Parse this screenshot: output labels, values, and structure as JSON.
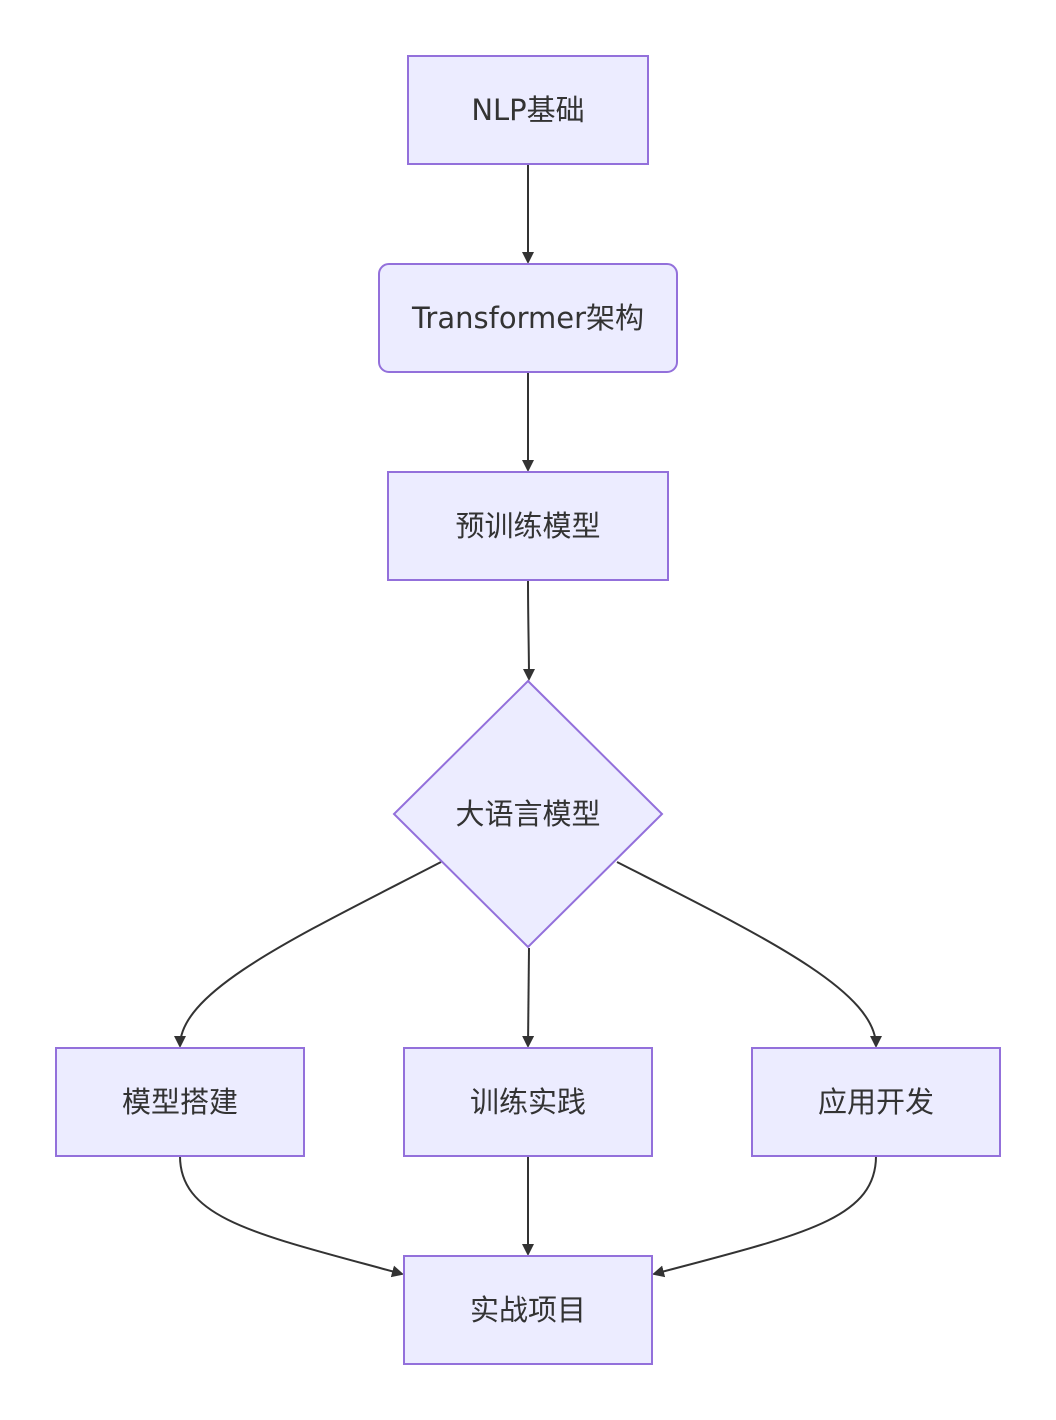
{
  "diagram": {
    "type": "flowchart",
    "nodes": {
      "nlp": {
        "label": "NLP基础",
        "shape": "rect"
      },
      "transformer": {
        "label": "Transformer架构",
        "shape": "rounded-rect"
      },
      "pretrain": {
        "label": "预训练模型",
        "shape": "rect"
      },
      "llm": {
        "label": "大语言模型",
        "shape": "diamond"
      },
      "build": {
        "label": "模型搭建",
        "shape": "rect"
      },
      "train": {
        "label": "训练实践",
        "shape": "rect"
      },
      "app": {
        "label": "应用开发",
        "shape": "rect"
      },
      "project": {
        "label": "实战项目",
        "shape": "rect"
      }
    },
    "edges": [
      {
        "from": "nlp",
        "to": "transformer"
      },
      {
        "from": "transformer",
        "to": "pretrain"
      },
      {
        "from": "pretrain",
        "to": "llm"
      },
      {
        "from": "llm",
        "to": "build"
      },
      {
        "from": "llm",
        "to": "train"
      },
      {
        "from": "llm",
        "to": "app"
      },
      {
        "from": "build",
        "to": "project"
      },
      {
        "from": "train",
        "to": "project"
      },
      {
        "from": "app",
        "to": "project"
      }
    ],
    "colors": {
      "node_fill": "#ECECFF",
      "node_stroke": "#9370DB",
      "edge": "#333333",
      "text": "#333333"
    }
  }
}
